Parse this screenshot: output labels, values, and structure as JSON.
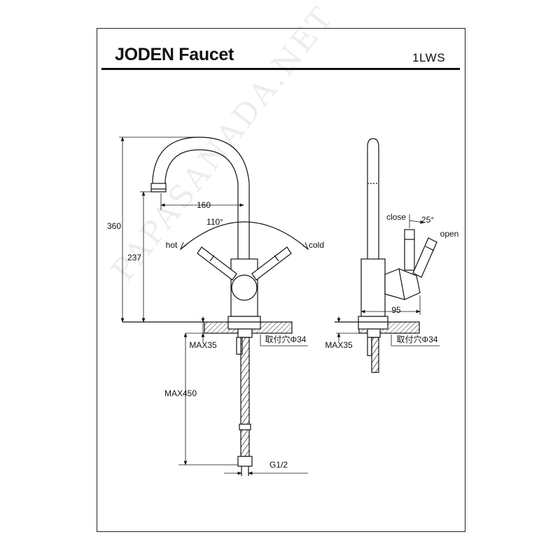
{
  "header": {
    "title": "JODEN Faucet",
    "model": "1LWS"
  },
  "front_view": {
    "dim_height_total": "360",
    "dim_spout_height": "237",
    "dim_spout_reach": "160",
    "dim_rotation": "110°",
    "label_hot": "hot",
    "label_cold": "cold",
    "dim_max_thickness": "MAX35",
    "dim_hose_length": "MAX450",
    "mount_hole": "取付穴Φ34",
    "thread": "G1/2"
  },
  "side_view": {
    "label_close": "close",
    "dim_lever_angle": "25°",
    "label_open": "open",
    "dim_depth": "95",
    "dim_max_thickness": "MAX35",
    "mount_hole": "取付穴Φ34"
  },
  "watermark": "PAPASANADA.NET"
}
